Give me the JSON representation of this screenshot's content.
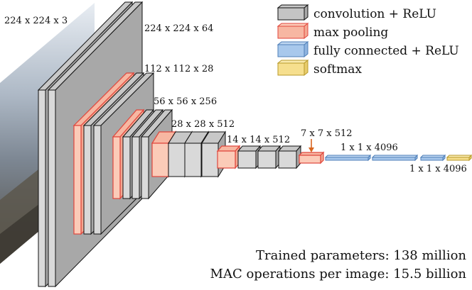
{
  "input_label": "224 x 224 x 3",
  "legend": [
    {
      "label": "convolution + ReLU",
      "color": "#c4c4c4"
    },
    {
      "label": "max pooling",
      "color": "#f7b7a2"
    },
    {
      "label": "fully connected + ReLU",
      "color": "#a8c8ec"
    },
    {
      "label": "softmax",
      "color": "#f6df8e"
    }
  ],
  "dims": {
    "b1": "224 x 224 x 64",
    "b2": "112 x 112 x 28",
    "b3": "56 x 56 x 256",
    "b4": "28 x 28 x 512",
    "b5": "14 x 14 x 512",
    "b6": "7 x 7 x 512",
    "fc": "1 x 1 x 4096",
    "fc2": "1 x 1 x 4096"
  },
  "stats": {
    "params": "Trained parameters: 138 million",
    "macs": "MAC operations per image: 15.5 billion"
  },
  "colors": {
    "conv_face": "#a8a8a8",
    "conv_front": "#d9d9d9",
    "conv_top": "#c8c8c8",
    "pool_front": "#fbcbb8",
    "pool_stroke": "#e0463c",
    "fc_stroke": "#4f7fb8",
    "softmax_stroke": "#b89a2a",
    "arrow": "#d8661f"
  }
}
